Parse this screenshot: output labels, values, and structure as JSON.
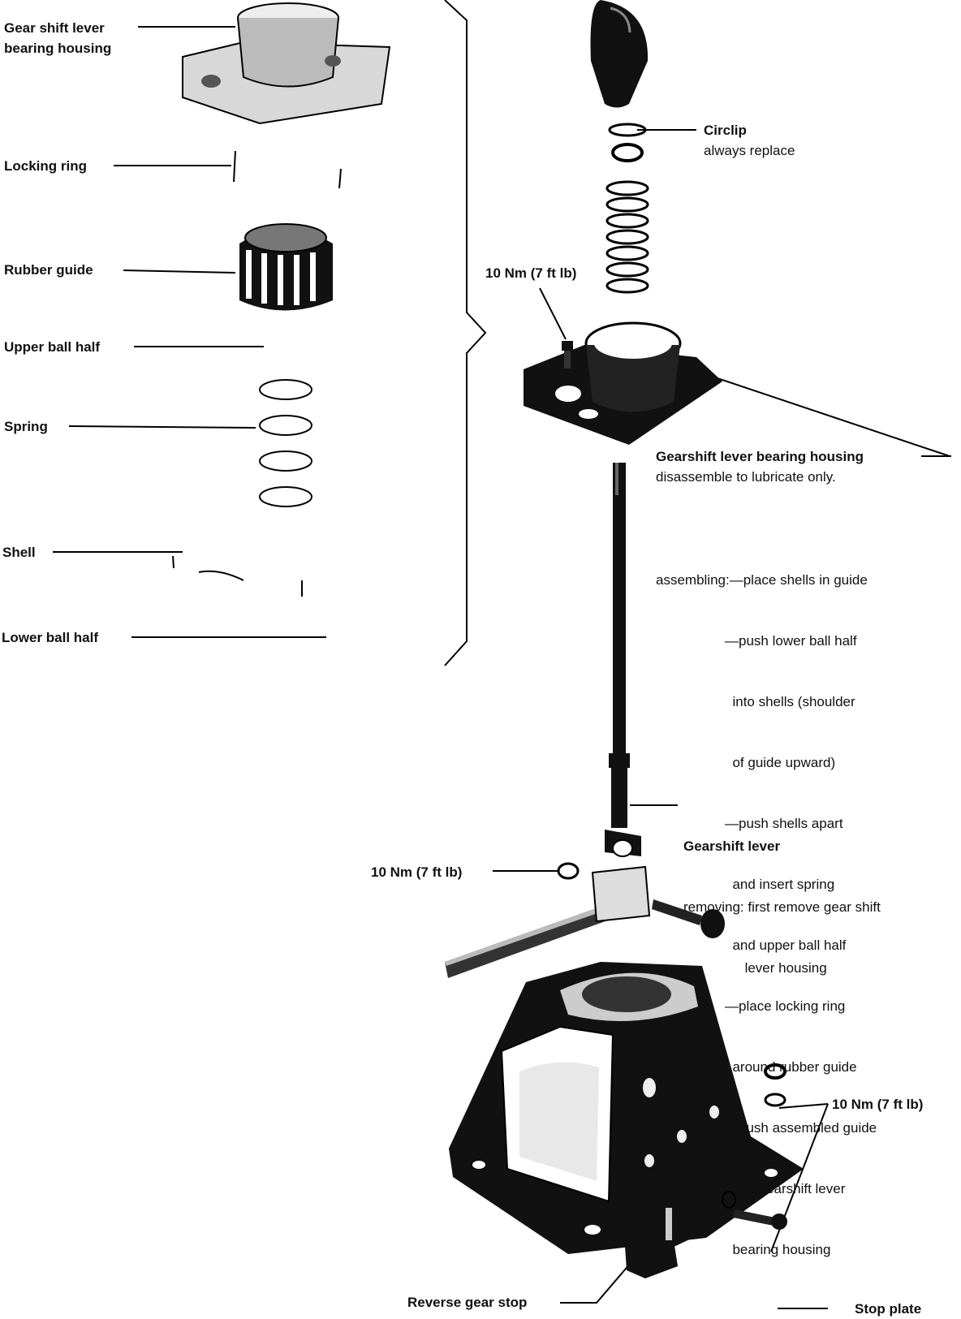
{
  "labels": {
    "gear_shift_bearing_housing": [
      "Gear shift lever",
      "bearing housing"
    ],
    "locking_ring": "Locking ring",
    "rubber_guide": "Rubber guide",
    "upper_ball_half": "Upper ball half",
    "spring": "Spring",
    "shell": "Shell",
    "lower_ball_half": "Lower ball half",
    "circlip": "Circlip",
    "circlip_note": "always replace",
    "torque_top": "10 Nm (7 ft lb)",
    "gearshift_bearing_housing": "Gearshift lever bearing housing",
    "gearshift_bearing_housing_note": "disassemble to lubricate only.",
    "assembling": [
      "assembling:—place shells in guide",
      "                  —push lower ball half",
      "                    into shells (shoulder",
      "                    of guide upward)",
      "                  —push shells apart",
      "                    and insert spring",
      "                    and upper ball half",
      "                  —place locking ring",
      "                    around rubber guide",
      "                  —push assembled guide",
      "                    into gearshift lever",
      "                    bearing housing"
    ],
    "gearshift_lever": "Gearshift lever",
    "gearshift_lever_note": [
      "removing: first remove gear shift",
      "                lever housing"
    ],
    "torque_mid": "10 Nm (7 ft lb)",
    "torque_right": "10 Nm (7 ft lb)",
    "stop_plate": "Stop plate",
    "reverse_gear_stop": "Reverse gear stop"
  }
}
